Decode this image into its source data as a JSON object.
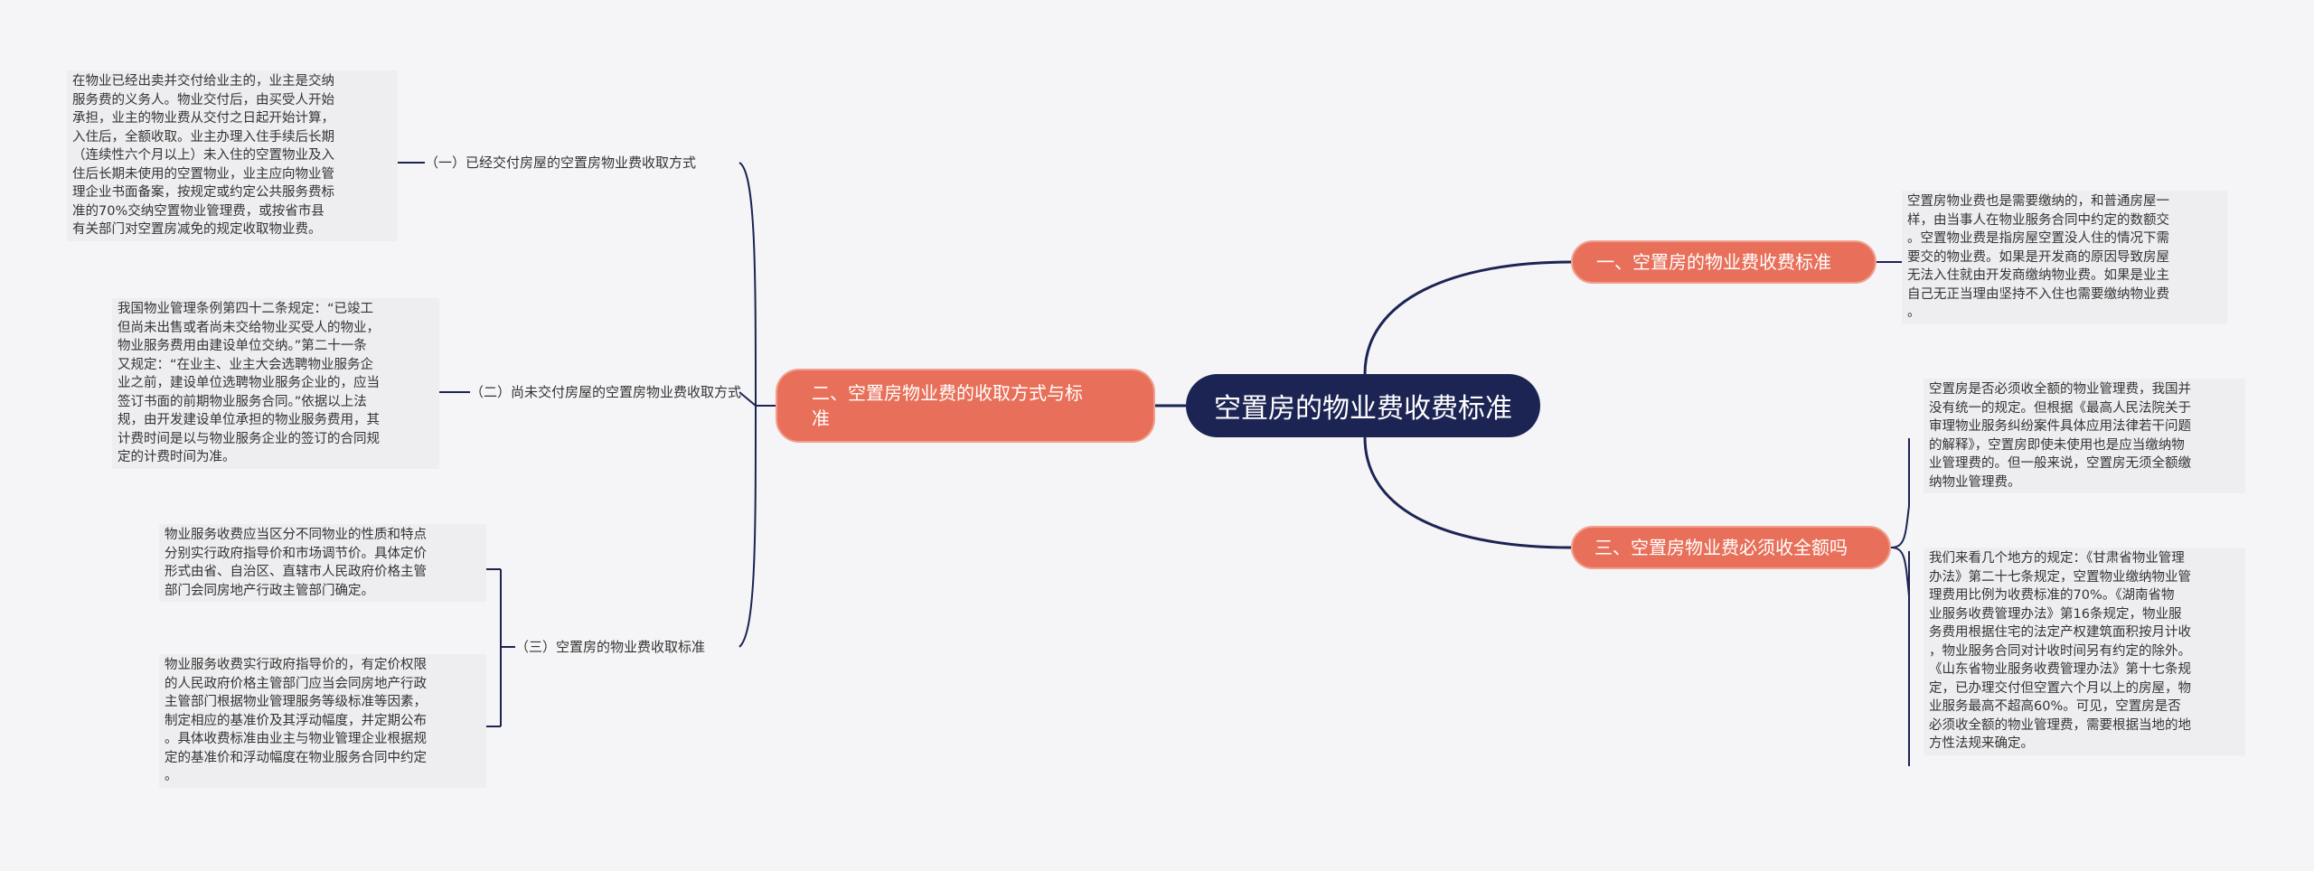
{
  "root": {
    "label": "空置房的物业费收费标准"
  },
  "branches": {
    "b1": {
      "label": "一、空置房的物业费收费标准",
      "detail": [
        "空置房物业费也是需要缴纳的，和普通房屋一",
        "样，由当事人在物业服务合同中约定的数额交",
        "。空置物业费是指房屋空置没人住的情况下需",
        "要交的物业费。如果是开发商的原因导致房屋",
        "无法入住就由开发商缴纳物业费。如果是业主",
        "自己无正当理由坚持不入住也需要缴纳物业费",
        "。"
      ]
    },
    "b2": {
      "label_lines": [
        "二、空置房物业费的收取方式与标",
        "准"
      ],
      "subs": [
        {
          "label": "（一）已经交付房屋的空置房物业费收取方式",
          "detail": [
            "在物业已经出卖并交付给业主的，业主是交纳",
            "服务费的义务人。物业交付后，由买受人开始",
            "承担，业主的物业费从交付之日起开始计算，",
            "入住后，全额收取。业主办理入住手续后长期",
            "（连续性六个月以上）未入住的空置物业及入",
            "住后长期未使用的空置物业，业主应向物业管",
            "理企业书面备案，按规定或约定公共服务费标",
            "准的70%交纳空置物业管理费，或按省市县",
            "有关部门对空置房减免的规定收取物业费。"
          ]
        },
        {
          "label": "（二）尚未交付房屋的空置房物业费收取方式",
          "detail": [
            "我国物业管理条例第四十二条规定：“已竣工",
            "但尚未出售或者尚未交给物业买受人的物业，",
            "物业服务费用由建设单位交纳。”第二十一条",
            "又规定：“在业主、业主大会选聘物业服务企",
            "业之前，建设单位选聘物业服务企业的，应当",
            "签订书面的前期物业服务合同。”依据以上法",
            "规，由开发建设单位承担的物业服务费用，其",
            "计费时间是以与物业服务企业的签订的合同规",
            "定的计费时间为准。"
          ]
        },
        {
          "label": "（三）空置房的物业费收取标准",
          "details": [
            [
              "物业服务收费应当区分不同物业的性质和特点",
              "分别实行政府指导价和市场调节价。具体定价",
              "形式由省、自治区、直辖市人民政府价格主管",
              "部门会同房地产行政主管部门确定。"
            ],
            [
              "物业服务收费实行政府指导价的，有定价权限",
              "的人民政府价格主管部门应当会同房地产行政",
              "主管部门根据物业管理服务等级标准等因素，",
              "制定相应的基准价及其浮动幅度，并定期公布",
              "。具体收费标准由业主与物业管理企业根据规",
              "定的基准价和浮动幅度在物业服务合同中约定",
              "。"
            ]
          ]
        }
      ]
    },
    "b3": {
      "label": "三、空置房物业费必须收全额吗",
      "details": [
        [
          "空置房是否必须收全额的物业管理费，我国并",
          "没有统一的规定。但根据《最高人民法院关于",
          "审理物业服务纠纷案件具体应用法律若干问题",
          "的解释》，空置房即使未使用也是应当缴纳物",
          "业管理费的。但一般来说，空置房无须全额缴",
          "纳物业管理费。"
        ],
        [
          "我们来看几个地方的规定：《甘肃省物业管理",
          "办法》第二十七条规定，空置物业缴纳物业管",
          "理费用比例为收费标准的70%。《湖南省物",
          "业服务收费管理办法》第16条规定，物业服",
          "务费用根据住宅的法定产权建筑面积按月计收",
          "，物业服务合同对计收时间另有约定的除外。",
          "《山东省物业服务收费管理办法》第十七条规",
          "定，已办理交付但空置六个月以上的房屋，物",
          "业服务最高不超高60%。可见，空置房是否",
          "必须收全额的物业管理费，需要根据当地的地",
          "方性法规来确定。"
        ]
      ]
    }
  },
  "colors": {
    "root_bg": "#1c2453",
    "branch_bg": "#e8705a",
    "link_main": "#1c2453",
    "text_bg": "#eeeef0",
    "canvas_bg": "#f5f5f7"
  }
}
